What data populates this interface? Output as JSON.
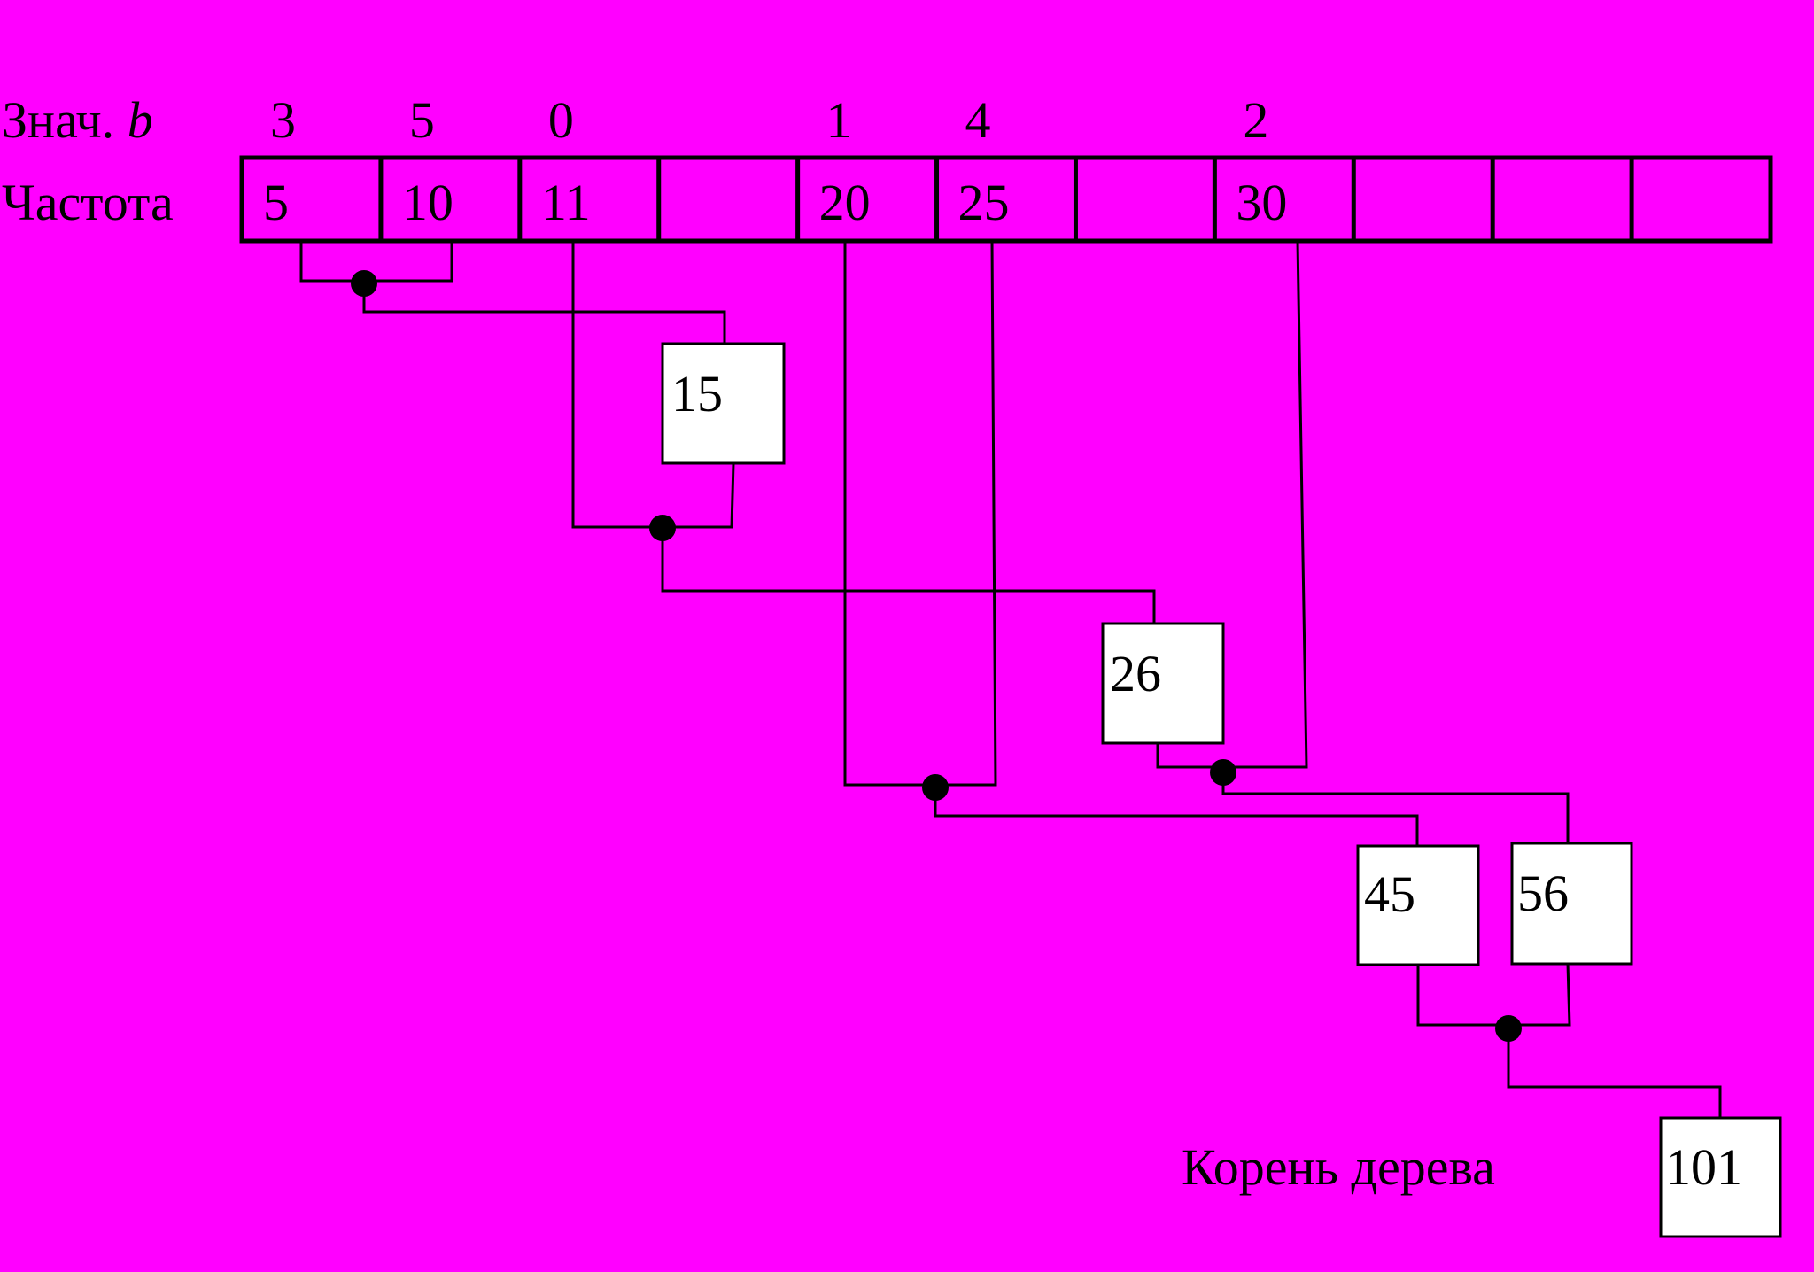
{
  "header": {
    "value_label_prefix": "Знач.",
    "value_label_var": "b",
    "freq_label": "Частота"
  },
  "table": {
    "values": [
      "3",
      "5",
      "0",
      "",
      "1",
      "4",
      "",
      "2",
      "",
      "",
      ""
    ],
    "frequencies": [
      "5",
      "10",
      "11",
      "",
      "20",
      "25",
      "",
      "30",
      "",
      "",
      ""
    ]
  },
  "tree": {
    "nodes": [
      "15",
      "26",
      "45",
      "56",
      "101"
    ],
    "root_label": "Корень дерева"
  }
}
